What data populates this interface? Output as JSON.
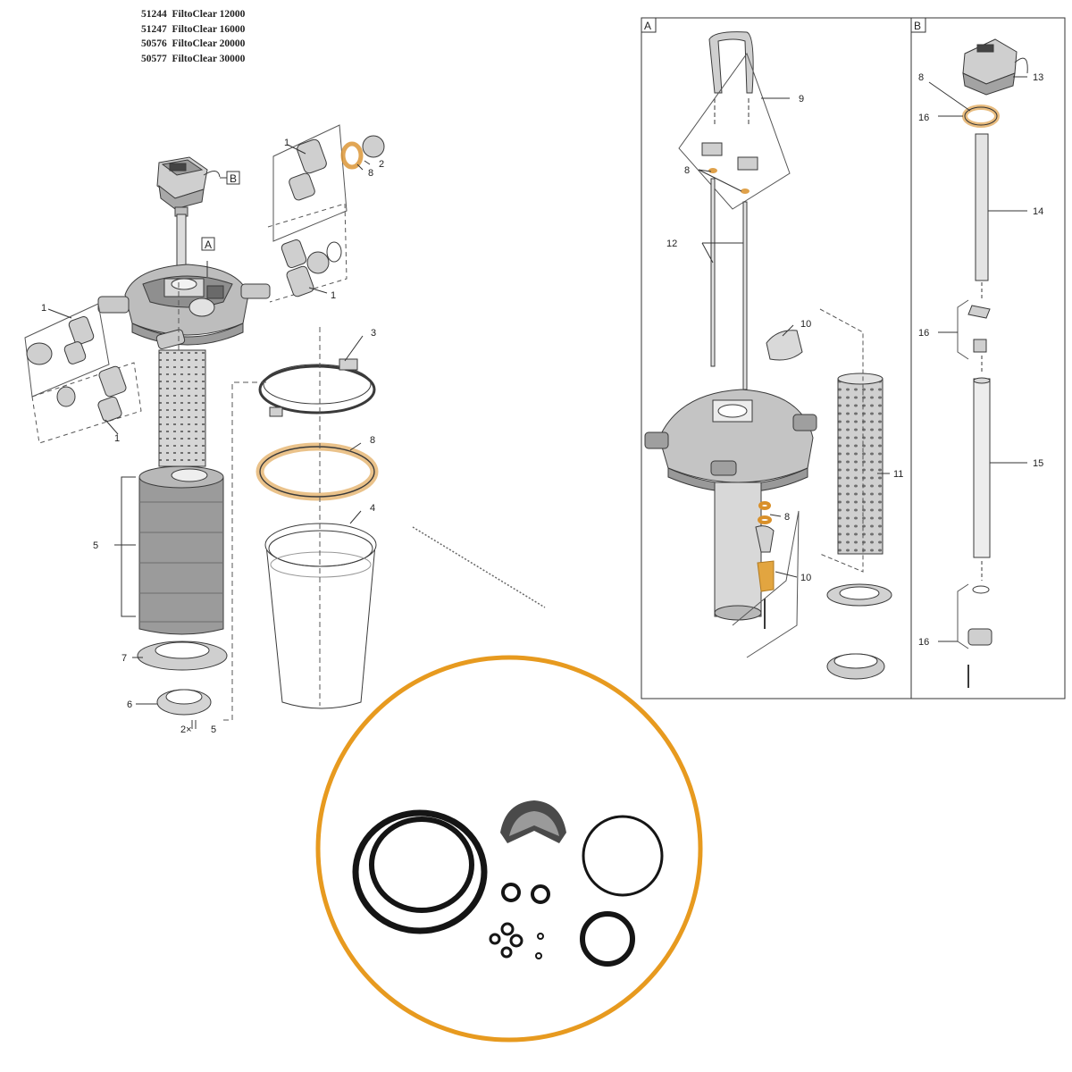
{
  "models": [
    {
      "number": "51244",
      "name": "FiltoClear 12000"
    },
    {
      "number": "51247",
      "name": "FiltoClear 16000"
    },
    {
      "number": "50576",
      "name": "FiltoClear 20000"
    },
    {
      "number": "50577",
      "name": "FiltoClear 30000"
    }
  ],
  "panels": {
    "a": "A",
    "b": "B"
  },
  "callouts": {
    "main": {
      "inlet_top": "1",
      "cap_top": "2",
      "oring_top": "8",
      "inlet_right": "1",
      "inlet_left": "1",
      "inlet_bottom": "1",
      "panel_ref_b": "B",
      "panel_ref_a": "A",
      "clamp_ring": "3",
      "housing_oring": "8",
      "housing": "4",
      "foam_stack": "5",
      "base_ring": "7",
      "bottom_nut": "6",
      "screws_qty": "2×",
      "screws": "5"
    },
    "panel_a": {
      "handle": "9",
      "handle_orings": "8",
      "rods": "12",
      "knob": "10",
      "cleaner_orings": "8",
      "wiper": "10",
      "filter_tube": "11"
    },
    "panel_b": {
      "uvc_oring": "8",
      "uvc_unit": "13",
      "seal": "16",
      "quartz_tube": "14",
      "clip_seal": "16",
      "uvc_lamp": "15",
      "bottom_seal": "16"
    }
  },
  "colors": {
    "highlight": "#d9902a",
    "circle": "#e79a1f",
    "line": "#3a3a3a",
    "rubber": "#151515"
  }
}
